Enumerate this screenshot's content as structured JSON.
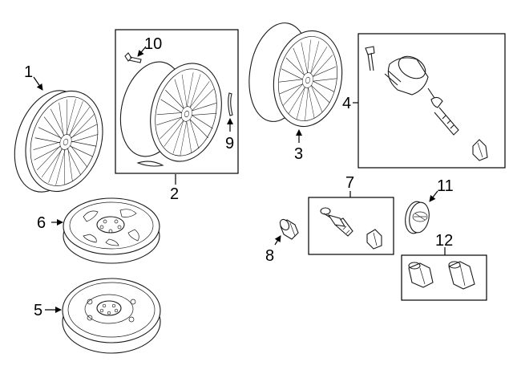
{
  "parts": [
    {
      "callout": "1",
      "name": "alloy wheel"
    },
    {
      "callout": "2",
      "name": "alloy wheel (boxed)"
    },
    {
      "callout": "3",
      "name": "alloy wheel"
    },
    {
      "callout": "4",
      "name": "tire pressure sensor"
    },
    {
      "callout": "5",
      "name": "steel spare wheel"
    },
    {
      "callout": "6",
      "name": "steel wheel"
    },
    {
      "callout": "7",
      "name": "valve stem kit"
    },
    {
      "callout": "8",
      "name": "lug nut"
    },
    {
      "callout": "9",
      "name": "balance weight"
    },
    {
      "callout": "10",
      "name": "bolt"
    },
    {
      "callout": "11",
      "name": "center cap"
    },
    {
      "callout": "12",
      "name": "lock nut set"
    }
  ],
  "colors": {
    "line": "#1a1a1a",
    "background": "#ffffff"
  }
}
